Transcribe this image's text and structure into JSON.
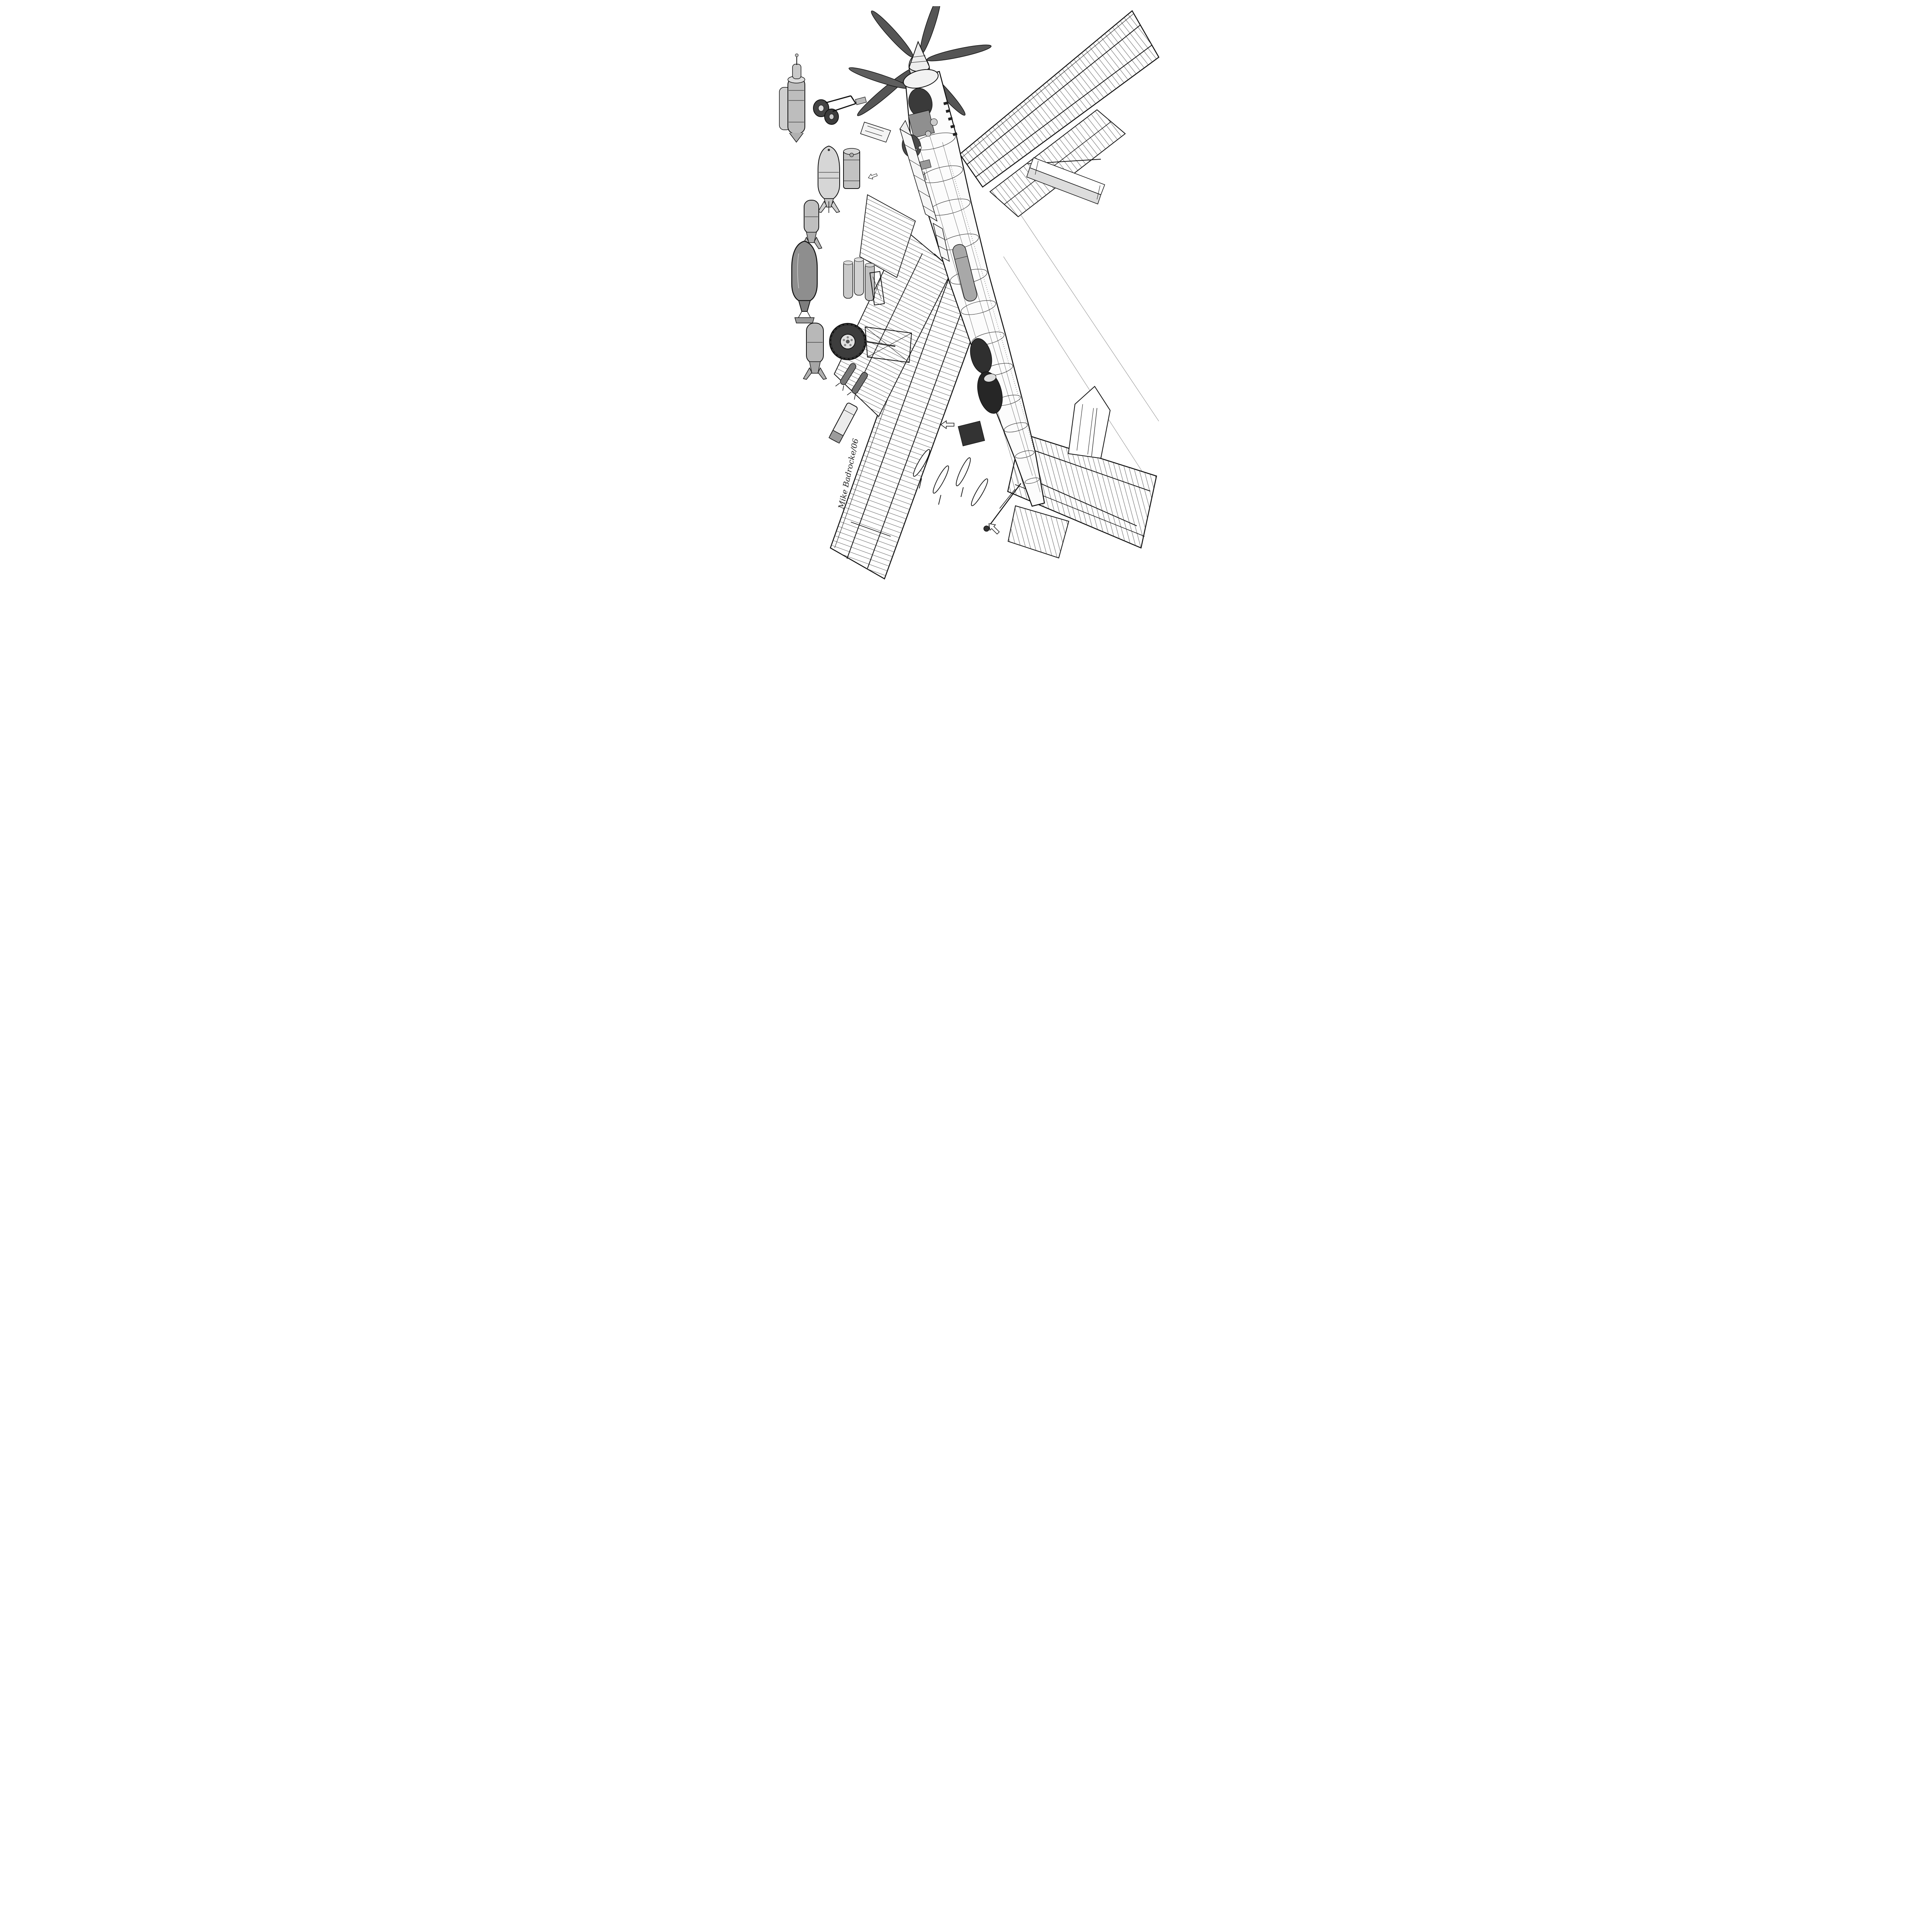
{
  "meta": {
    "artist_signature": "Mike Badrocke/06",
    "background": "#ffffff",
    "ink": "#111111",
    "subject": "aircraft cutaway technical illustration"
  },
  "palette": {
    "blade": "#555555",
    "metal_light": "#ececec",
    "metal_mid": "#c2c2c2",
    "metal_dark": "#8e8e8e",
    "tire": "#3d3d3d",
    "interior_dark": "#2a2a2a"
  },
  "parts": {
    "propeller": "contra-rotating propeller blades",
    "spinner": "propeller spinner",
    "engine": "engine installation",
    "cockpit_canopy": "framed glasshouse canopy",
    "fuselage": "cutaway fuselage with ring frames and stringers",
    "starboard_wing": "starboard wing rib structure",
    "port_wing": "port wing rib structure",
    "flap_panel": "detached flap panel",
    "wing_fold_panel": "folded wing panel",
    "spar_walkway": "detached wing spar panel",
    "tailplane": "tailplane rib structure",
    "port_stabilizer": "detached port stabilizer",
    "fin_rudder": "fin and rudder",
    "arrestor_hook": "arrestor hook",
    "main_wheel": "main landing-gear wheel and bay",
    "tail_gear": "tail landing-gear twin wheels",
    "torpedo": "centreline store",
    "ordnance_list": [
      "dinghy pack",
      "large bomb (light grey)",
      "depth charge",
      "medium bomb",
      "heavy armour-piercing bomb",
      "triple smoke-float rack",
      "medium bomb (second)",
      "practice bombs",
      "smoke float cylinder"
    ],
    "assembly_arrows": "assembly direction arrows"
  }
}
